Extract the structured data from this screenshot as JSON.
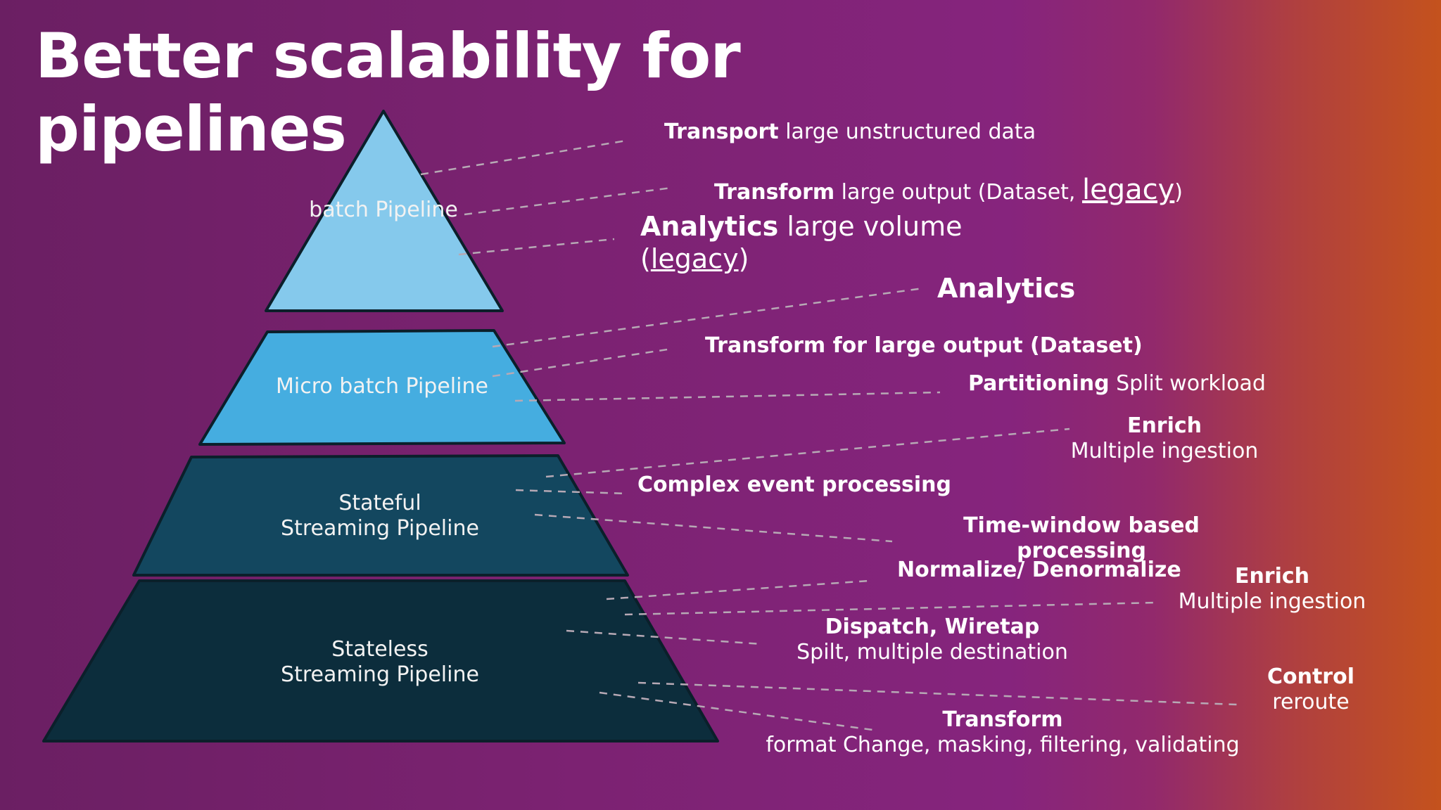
{
  "title_line1": "Better scalability for",
  "title_line2": "pipelines",
  "tiers": [
    {
      "label": "batch Pipeline",
      "color": "#85c9ec"
    },
    {
      "label": "Micro batch Pipeline",
      "color": "#45ade0"
    },
    {
      "label": "Stateful\nStreaming Pipeline",
      "color": "#13475f"
    },
    {
      "label": "Stateless\nStreaming Pipeline",
      "color": "#0c2d3c"
    }
  ],
  "labels": {
    "transport_bold": "Transport",
    "transport_rest": " large unstructured data",
    "transform1_bold": "Transform",
    "transform1_rest": " large output (Dataset, ",
    "transform1_link": "legacy",
    "transform1_close": ")",
    "analytics1_bold": "Analytics",
    "analytics1_rest": " large volume",
    "analytics1_open": "(",
    "analytics1_link": "legacy",
    "analytics1_close": ")",
    "analytics2_bold": "Analytics",
    "transform2_bold": "Transform for large output (Dataset)",
    "partitioning_bold": "Partitioning",
    "partitioning_rest": " Split workload",
    "enrich1_bold": "Enrich",
    "enrich1_rest": "Multiple ingestion",
    "cep_bold": "Complex event processing",
    "timewindow_bold1": "Time-window based",
    "timewindow_bold2": "processing",
    "normalize_bold": "Normalize/ Denormalize",
    "enrich2_bold": "Enrich",
    "enrich2_rest": "Multiple ingestion",
    "dispatch_bold": "Dispatch, Wiretap",
    "dispatch_rest": "Spilt, multiple destination",
    "control_bold": "Control",
    "control_rest": "reroute",
    "transform3_bold": "Transform",
    "transform3_rest": "format Change, masking, filtering, validating"
  },
  "colors": {
    "outline": "#0b1f2a",
    "connector": "#b7a9b5"
  }
}
